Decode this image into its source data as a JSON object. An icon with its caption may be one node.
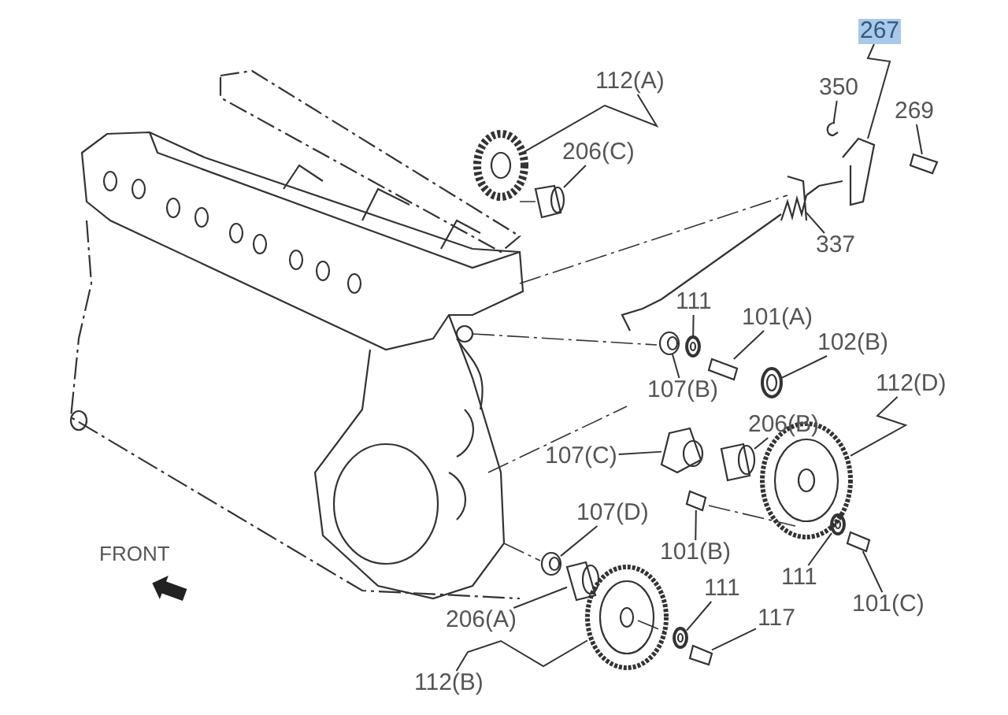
{
  "diagram": {
    "nodes": [
      {
        "text": [
          "267"
        ]
      },
      {
        "text": [
          "112(A)"
        ]
      },
      {
        "text": [
          "350"
        ]
      },
      {
        "text": [
          "269"
        ]
      },
      {
        "text": [
          "206(C)"
        ]
      },
      {
        "text": [
          "337"
        ]
      },
      {
        "text": [
          "111"
        ]
      },
      {
        "text": [
          "101(A)"
        ]
      },
      {
        "text": [
          "102(B)"
        ]
      },
      {
        "text": [
          "107(B)"
        ]
      },
      {
        "text": [
          "112(D)"
        ]
      },
      {
        "text": [
          "107(C)"
        ]
      },
      {
        "text": [
          "206(B)"
        ]
      },
      {
        "text": [
          "107(D)"
        ]
      },
      {
        "text": [
          "101(B)"
        ]
      },
      {
        "text": [
          "111"
        ]
      },
      {
        "text": [
          "101(C)"
        ]
      },
      {
        "text": [
          "206(A)"
        ]
      },
      {
        "text": [
          "111"
        ]
      },
      {
        "text": [
          "117"
        ]
      },
      {
        "text": [
          "112(B)"
        ]
      },
      {
        "text": [],
        "shape": "picture"
      },
      {
        "text": [],
        "shape": "picture"
      },
      {
        "text": [],
        "shape": "picture"
      },
      {
        "text": [],
        "shape": "picture"
      },
      {
        "text": [],
        "shape": "picture"
      },
      {
        "text": [],
        "shape": "picture"
      },
      {
        "text": [],
        "shape": "picture"
      },
      {
        "text": [],
        "shape": "picture"
      },
      {
        "text": [],
        "shape": "picture"
      },
      {
        "text": [],
        "shape": "picture"
      },
      {
        "text": [],
        "shape": "picture"
      },
      {
        "text": [],
        "shape": "picture"
      },
      {
        "text": [],
        "shape": "picture"
      },
      {
        "text": [],
        "shape": "picture"
      },
      {
        "text": [],
        "shape": "picture"
      },
      {
        "text": [],
        "shape": "picture"
      },
      {
        "text": [],
        "shape": "picture"
      },
      {
        "text": [],
        "shape": "picture"
      },
      {
        "text": [],
        "shape": "picture"
      },
      {
        "text": [],
        "shape": "picture"
      },
      {
        "text": [],
        "shape": "picture"
      }
    ],
    "edges": [
      {
        "from": 0,
        "to": 21,
        "arrow": "none"
      },
      {
        "from": 1,
        "to": 22,
        "arrow": "none"
      },
      {
        "from": 2,
        "to": 23,
        "arrow": "none"
      },
      {
        "from": 3,
        "to": 24,
        "arrow": "none"
      },
      {
        "from": 4,
        "to": 25,
        "arrow": "none"
      },
      {
        "from": 5,
        "to": 26,
        "arrow": "none"
      },
      {
        "from": 6,
        "to": 27,
        "arrow": "none"
      },
      {
        "from": 7,
        "to": 28,
        "arrow": "none"
      },
      {
        "from": 8,
        "to": 29,
        "arrow": "none"
      },
      {
        "from": 9,
        "to": 30,
        "arrow": "none"
      },
      {
        "from": 10,
        "to": 31,
        "arrow": "none"
      },
      {
        "from": 11,
        "to": 32,
        "arrow": "none"
      },
      {
        "from": 12,
        "to": 33,
        "arrow": "none"
      },
      {
        "from": 13,
        "to": 34,
        "arrow": "none"
      },
      {
        "from": 14,
        "to": 35,
        "arrow": "none"
      },
      {
        "from": 15,
        "to": 36,
        "arrow": "none"
      },
      {
        "from": 16,
        "to": 37,
        "arrow": "none"
      },
      {
        "from": 17,
        "to": 38,
        "arrow": "none"
      },
      {
        "from": 18,
        "to": 39,
        "arrow": "none"
      },
      {
        "from": 19,
        "to": 40,
        "arrow": "none"
      },
      {
        "from": 20,
        "to": 41,
        "arrow": "none"
      }
    ],
    "labels": [
      "FRONT"
    ]
  }
}
